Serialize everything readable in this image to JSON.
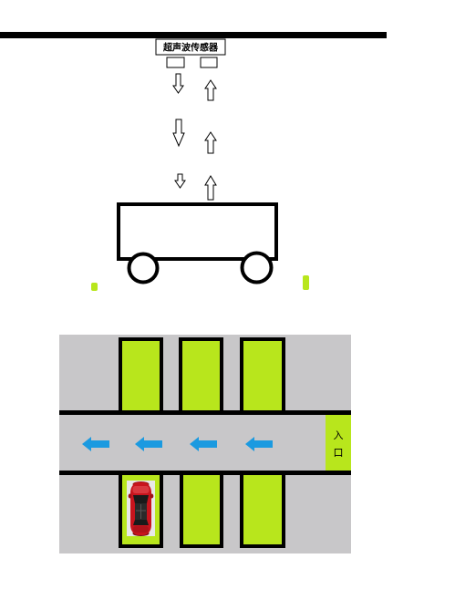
{
  "sensor": {
    "label": "超声波传感器"
  },
  "parking_lot": {
    "entrance_label_line1": "入",
    "entrance_label_line2": "口",
    "colors": {
      "road": "#c8c7c9",
      "slot": "#b8e61c",
      "arrow": "#1b9ae0",
      "line": "#000000"
    }
  }
}
